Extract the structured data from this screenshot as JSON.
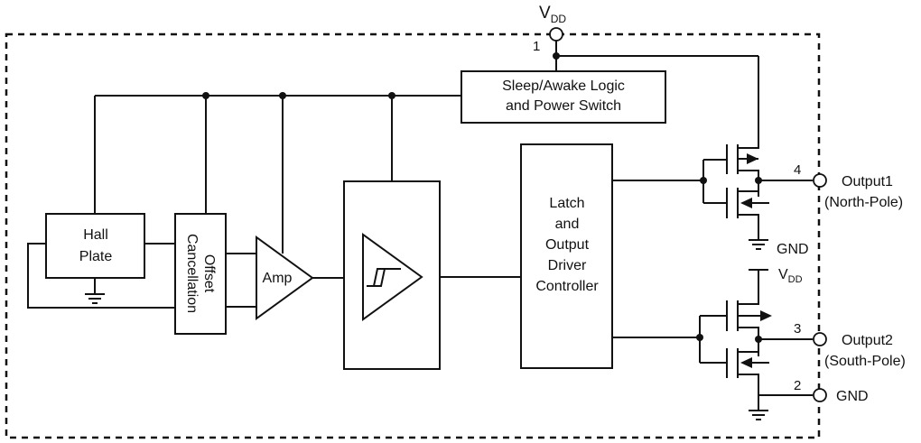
{
  "power": {
    "vdd_main": "V",
    "vdd_sub": "DD",
    "vdd_small_main": "V",
    "vdd_small_sub": "DD"
  },
  "pins": {
    "pin1": "1",
    "pin4": "4",
    "pin3": "3",
    "pin2": "2",
    "output1_label": "Output1",
    "output1_sub": "(North-Pole)",
    "output2_label": "Output2",
    "output2_sub": "(South-Pole)",
    "gnd_label": "GND",
    "gnd_internal": "GND"
  },
  "blocks": {
    "sleep_line1": "Sleep/Awake Logic",
    "sleep_line2": "and Power Switch",
    "hall_line1": "Hall",
    "hall_line2": "Plate",
    "offset_line1": "Offset",
    "offset_line2": "Cancellation",
    "amp": "Amp",
    "latch_lines": [
      "Latch",
      "and",
      "Output",
      "Driver",
      "Controller"
    ]
  }
}
